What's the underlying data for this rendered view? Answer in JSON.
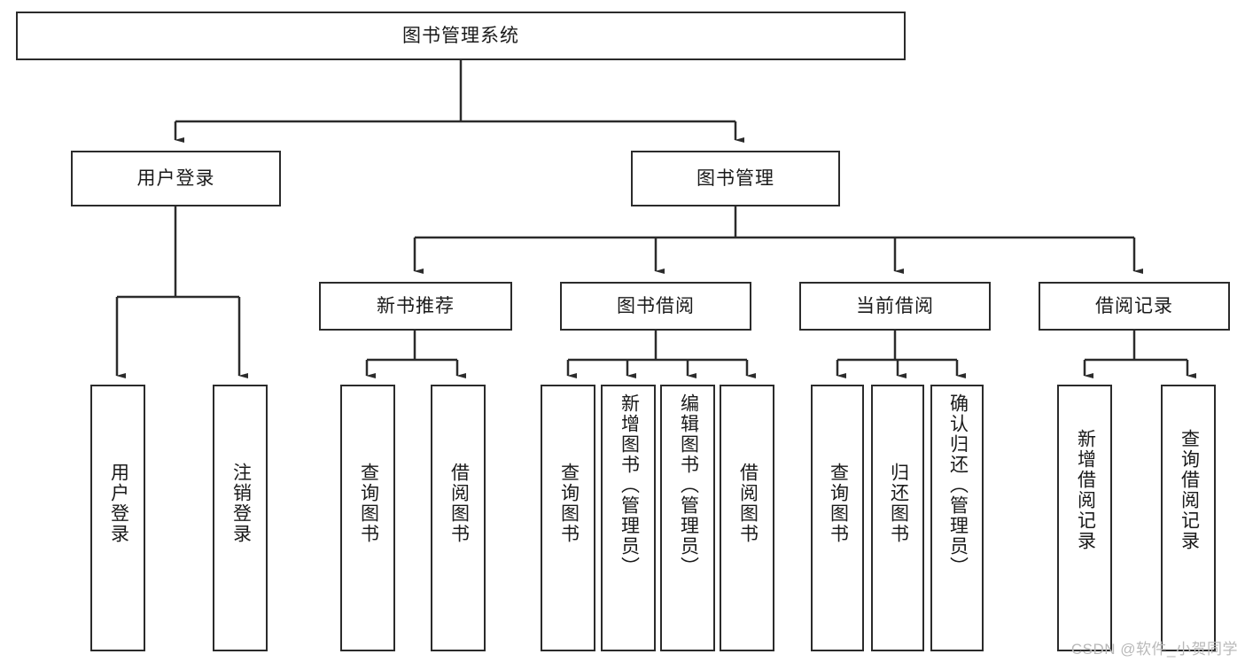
{
  "diagram": {
    "title": "图书管理系统",
    "type": "tree-hierarchy-diagram",
    "colors": {
      "box_border": "#2b2b2b",
      "box_fill": "#ffffff",
      "edge": "#2b2b2b",
      "text": "#1a1a1a",
      "watermark": "#b9b9b9"
    },
    "root": {
      "label": "图书管理系统"
    },
    "level1": [
      {
        "label": "用户登录"
      },
      {
        "label": "图书管理"
      }
    ],
    "level2": [
      {
        "label": "新书推荐"
      },
      {
        "label": "图书借阅"
      },
      {
        "label": "当前借阅"
      },
      {
        "label": "借阅记录"
      }
    ],
    "leaves": {
      "user_login": [
        {
          "label": "用户登录"
        },
        {
          "label": "注销登录"
        }
      ],
      "new_book_recommend": [
        {
          "label": "查询图书"
        },
        {
          "label": "借阅图书"
        }
      ],
      "book_borrow": [
        {
          "label": "查询图书"
        },
        {
          "label": "新增图书（管理员）"
        },
        {
          "label": "编辑图书（管理员）"
        },
        {
          "label": "借阅图书"
        }
      ],
      "current_borrow": [
        {
          "label": "查询图书"
        },
        {
          "label": "归还图书"
        },
        {
          "label": "确认归还（管理员）"
        }
      ],
      "borrow_records": [
        {
          "label": "新增借阅记录"
        },
        {
          "label": "查询借阅记录"
        }
      ]
    }
  },
  "watermark": {
    "text": "CSDN @软件_小贺同学"
  }
}
